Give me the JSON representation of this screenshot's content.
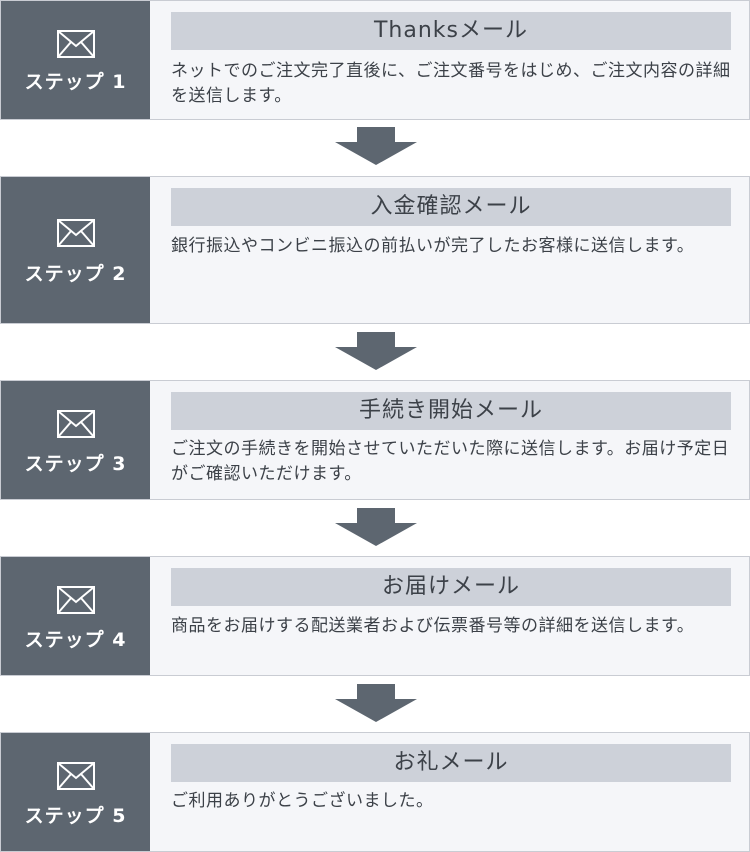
{
  "colors": {
    "sidebar": "#5d6670",
    "title_bg": "#cdd1d9",
    "panel_bg": "#f5f6f9",
    "border": "#c9ccd3",
    "text": "#3c4148",
    "arrow": "#5d6670"
  },
  "icons": {
    "step": "envelope-icon",
    "connector": "arrow-down-icon"
  },
  "steps": [
    {
      "label": "ステップ 1",
      "title": "Thanksメール",
      "desc": "ネットでのご注文完了直後に、ご注文番号をはじめ、ご注文内容の詳細を送信します。"
    },
    {
      "label": "ステップ 2",
      "title": "入金確認メール",
      "desc": "銀行振込やコンビニ振込の前払いが完了したお客様に送信します。"
    },
    {
      "label": "ステップ 3",
      "title": "手続き開始メール",
      "desc": "ご注文の手続きを開始させていただいた際に送信します。お届け予定日がご確認いただけます。"
    },
    {
      "label": "ステップ 4",
      "title": "お届けメール",
      "desc": "商品をお届けする配送業者および伝票番号等の詳細を送信します。"
    },
    {
      "label": "ステップ 5",
      "title": "お礼メール",
      "desc": "ご利用ありがとうございました。"
    }
  ]
}
